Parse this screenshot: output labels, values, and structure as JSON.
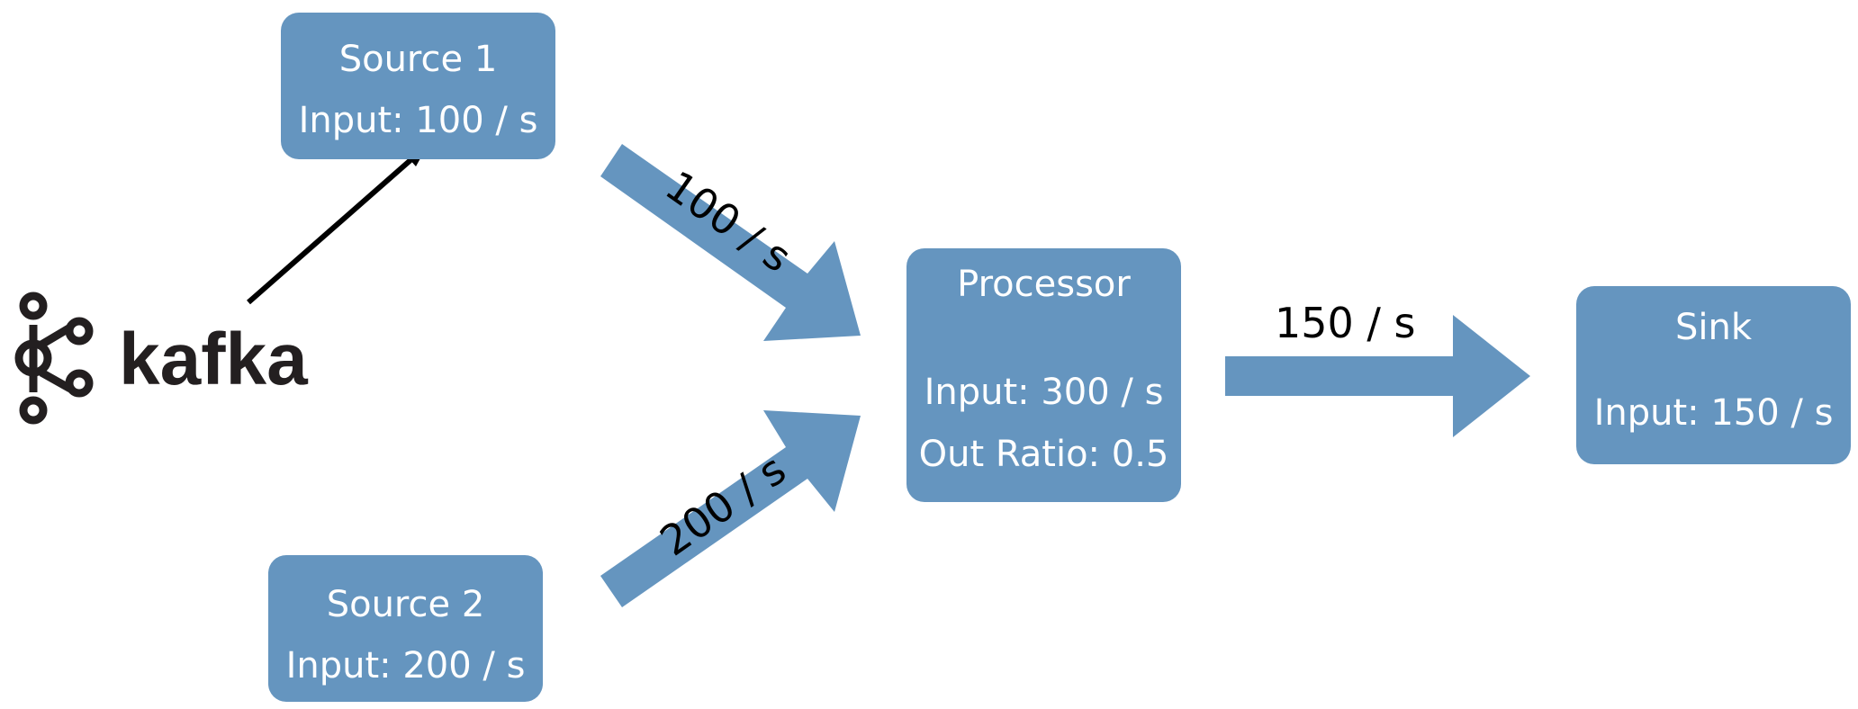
{
  "colors": {
    "node_fill": "#6595bf",
    "node_text": "#ffffff",
    "flow_arrow": "#6595bf",
    "label_text": "#000000",
    "kafka_logo": "#231f20"
  },
  "kafka": {
    "wordmark": "kafka"
  },
  "nodes": {
    "source1": {
      "title": "Source 1",
      "input": "Input: 100 / s"
    },
    "source2": {
      "title": "Source 2",
      "input": "Input: 200 / s"
    },
    "processor": {
      "title": "Processor",
      "input": "Input: 300 / s",
      "ratio": "Out Ratio: 0.5"
    },
    "sink": {
      "title": "Sink",
      "input": "Input: 150 / s"
    }
  },
  "edges": {
    "source1_to_processor": "100 / s",
    "source2_to_processor": "200 / s",
    "processor_to_sink": "150 / s"
  }
}
